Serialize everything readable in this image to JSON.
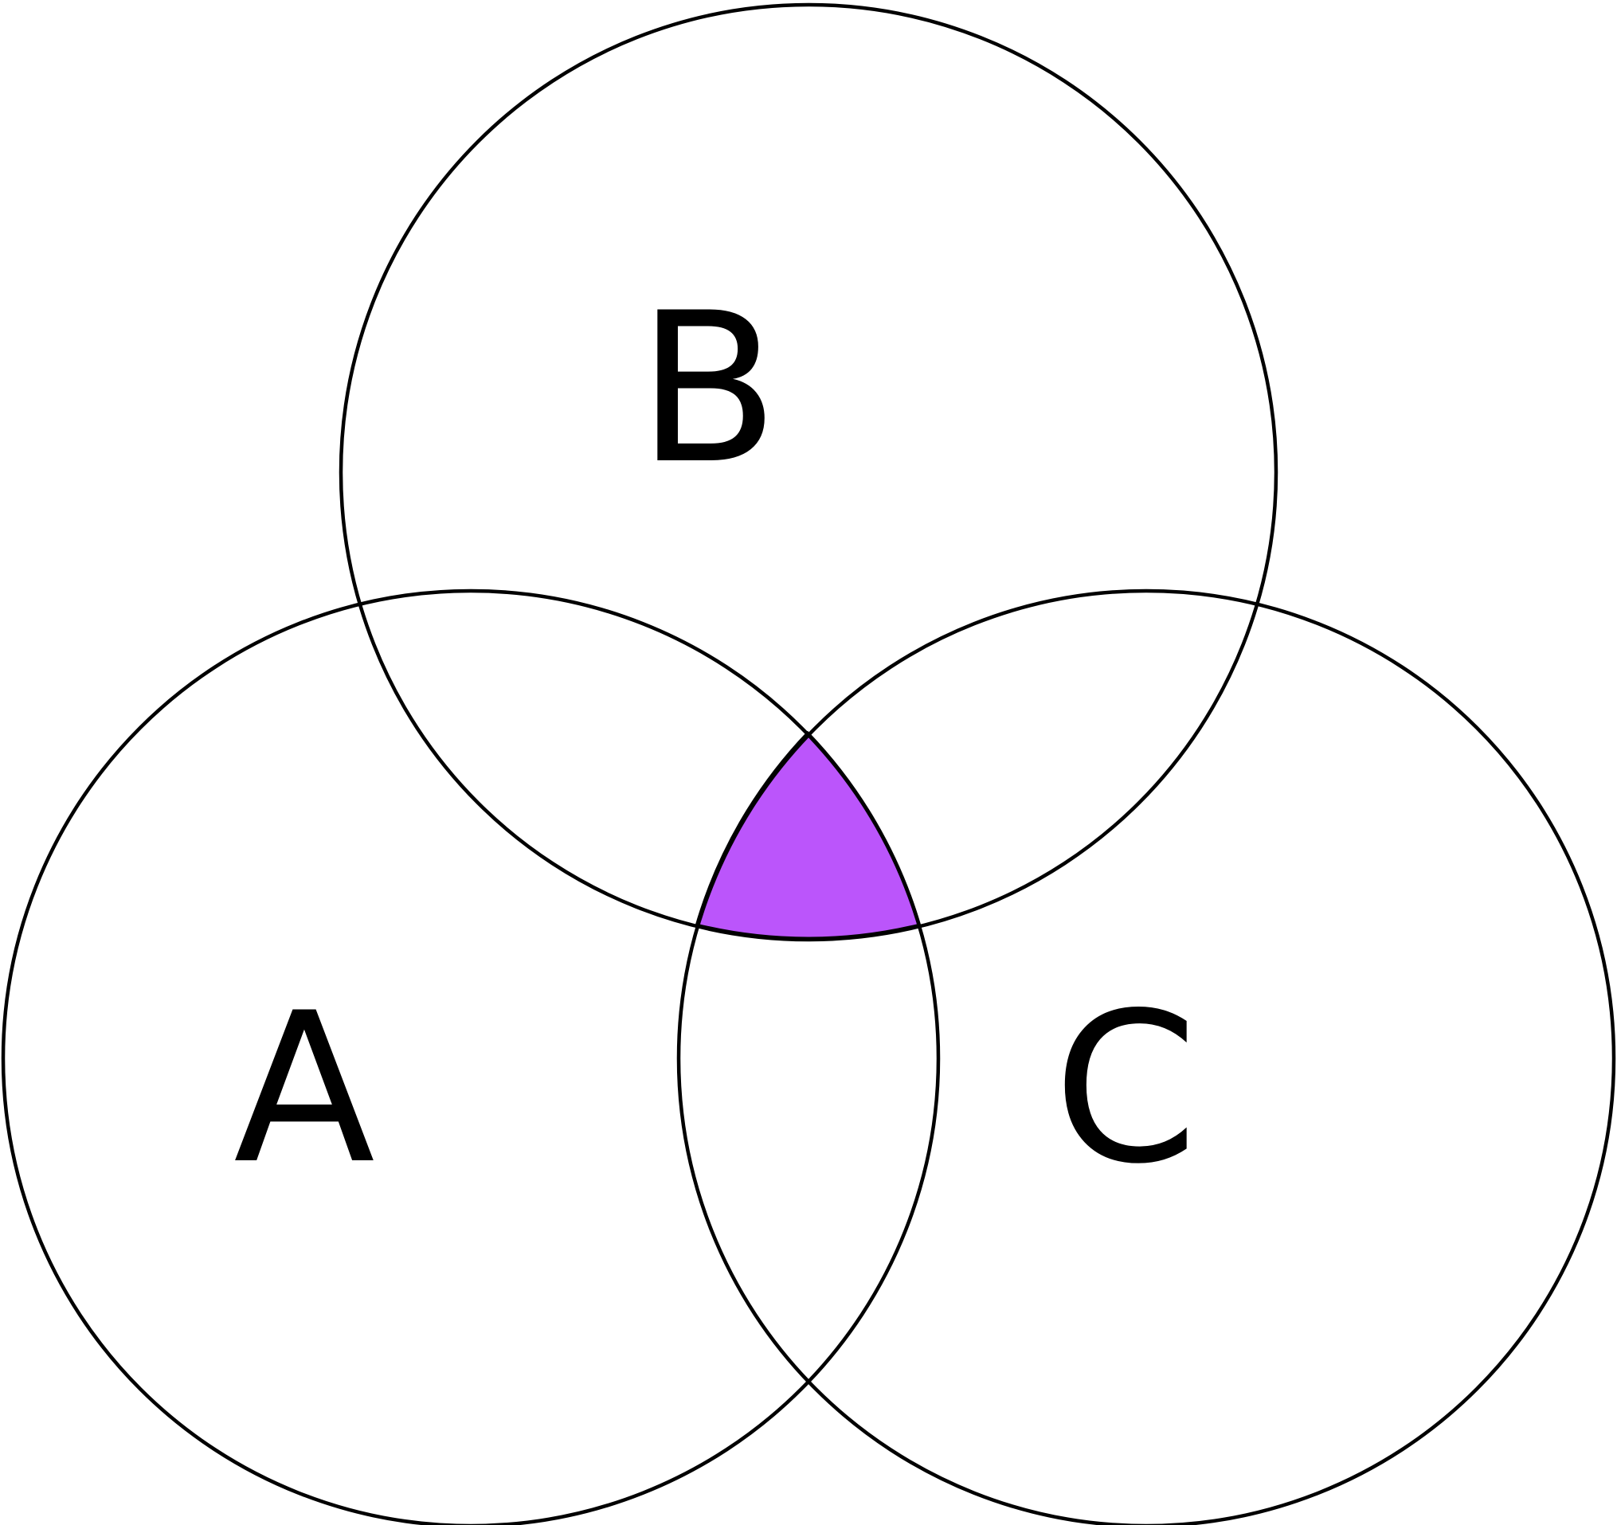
{
  "diagram": {
    "type": "venn",
    "sets": [
      {
        "id": "A",
        "label": "A"
      },
      {
        "id": "B",
        "label": "B"
      },
      {
        "id": "C",
        "label": "C"
      }
    ],
    "highlighted_region": {
      "sets": [
        "A",
        "B",
        "C"
      ],
      "color": "#bb55fb"
    },
    "line_color": "#000000",
    "background": "#ffffff"
  }
}
